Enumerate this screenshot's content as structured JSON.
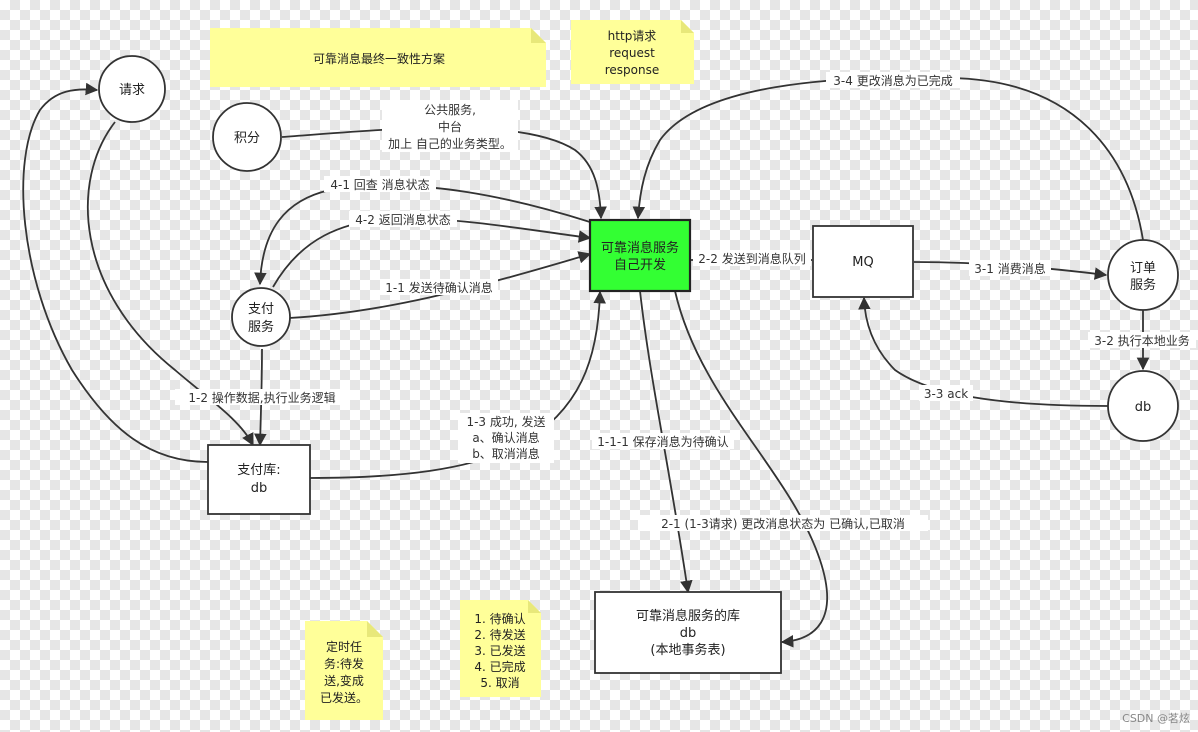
{
  "nodes": {
    "request": "请求",
    "points": "积分",
    "pay_service": [
      "支付",
      "服务"
    ],
    "pay_db": [
      "支付库:",
      "db"
    ],
    "reliable_service": [
      "可靠消息服务",
      "自己开发"
    ],
    "mq": "MQ",
    "order_service": [
      "订单",
      "服务"
    ],
    "order_db": "db",
    "reliable_db": [
      "可靠消息服务的库",
      "db",
      "(本地事务表)"
    ]
  },
  "notes": {
    "title": "可靠消息最终一致性方案",
    "http": [
      "http请求",
      "request",
      "response"
    ],
    "timer": [
      "定时任",
      "务:待发",
      "送,变成",
      "已发送。"
    ],
    "states": [
      "1. 待确认",
      "2. 待发送",
      "3. 已发送",
      "4. 已完成",
      "5. 取消"
    ]
  },
  "labels": {
    "public": [
      "公共服务,",
      "中台",
      "加上 自己的业务类型。"
    ],
    "e4_1": "4-1 回查 消息状态",
    "e4_2": "4-2 返回消息状态",
    "e1_1": "1-1 发送待确认消息",
    "e1_2": "1-2 操作数据,执行业务逻辑",
    "e1_3": [
      "1-3 成功, 发送",
      "a、确认消息",
      "b、取消消息"
    ],
    "e1_1_1": "1-1-1 保存消息为待确认",
    "e2_1": "2-1 (1-3请求) 更改消息状态为 已确认,已取消",
    "e2_2": "2-2 发送到消息队列",
    "e3_1": "3-1 消费消息",
    "e3_2": "3-2 执行本地业务",
    "e3_3": "3-3 ack",
    "e3_4": "3-4 更改消息为已完成"
  },
  "colors": {
    "note": "#ffff99",
    "highlight": "#33ff33",
    "stroke": "#333333"
  },
  "watermark": "CSDN @茗炫"
}
